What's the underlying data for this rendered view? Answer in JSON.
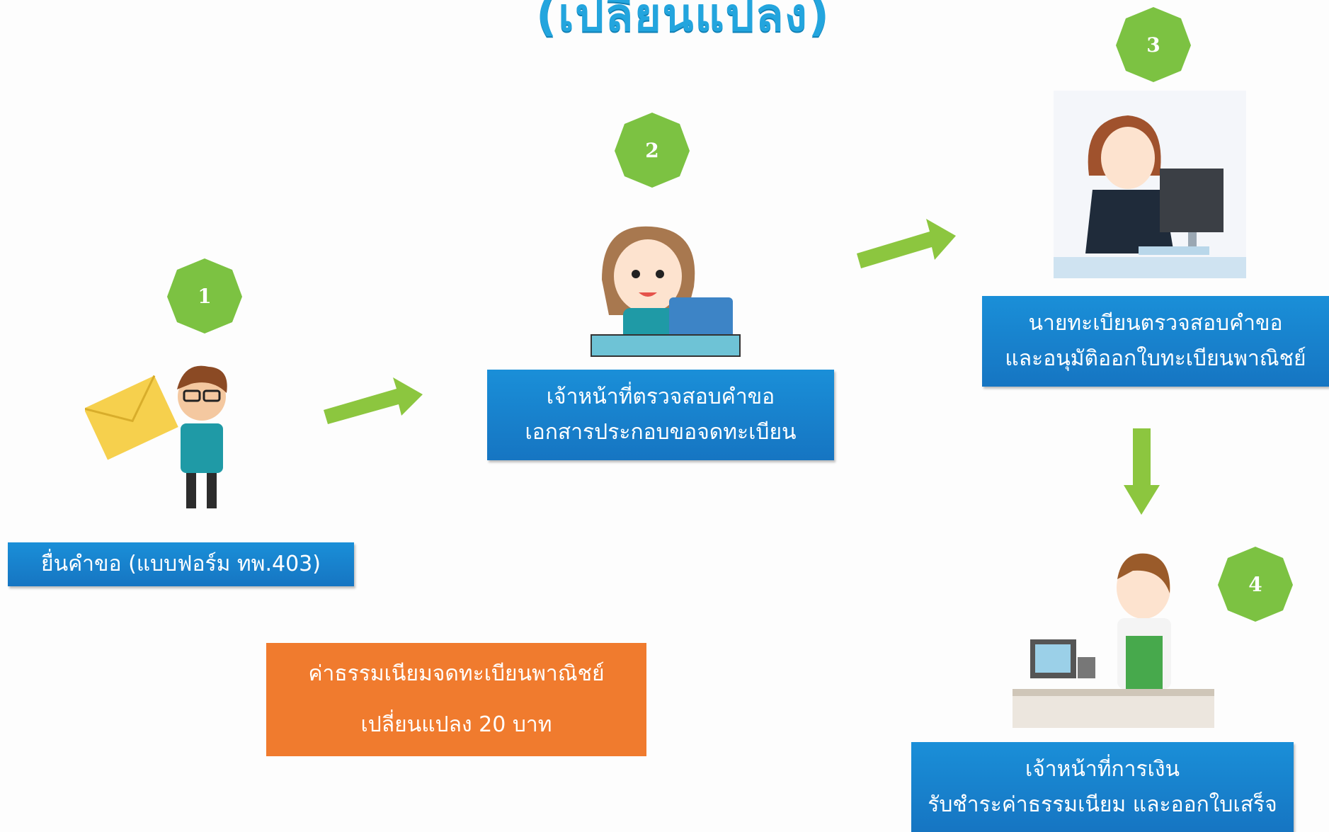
{
  "title": "(เปลี่ยนแปลง)",
  "colors": {
    "title": "#23a5de",
    "badge": "#7cc242",
    "box": "#1a82cf",
    "fee_box": "#f07b2e",
    "arrow": "#8cc63f"
  },
  "steps": [
    {
      "number": "1",
      "lines": [
        "ยื่นคำขอ (แบบฟอร์ม ทพ.403)"
      ]
    },
    {
      "number": "2",
      "lines": [
        "เจ้าหน้าที่ตรวจสอบคำขอ",
        "เอกสารประกอบขอจดทะเบียน"
      ]
    },
    {
      "number": "3",
      "lines": [
        "นายทะเบียนตรวจสอบคำขอ",
        "และอนุมัติออกใบทะเบียนพาณิชย์"
      ]
    },
    {
      "number": "4",
      "lines": [
        "เจ้าหน้าที่การเงิน",
        "รับชำระค่าธรรมเนียม และออกใบเสร็จ"
      ]
    }
  ],
  "fee": {
    "lines": [
      "ค่าธรรมเนียมจดทะเบียนพาณิชย์",
      "เปลี่ยนแปลง 20 บาท"
    ]
  }
}
